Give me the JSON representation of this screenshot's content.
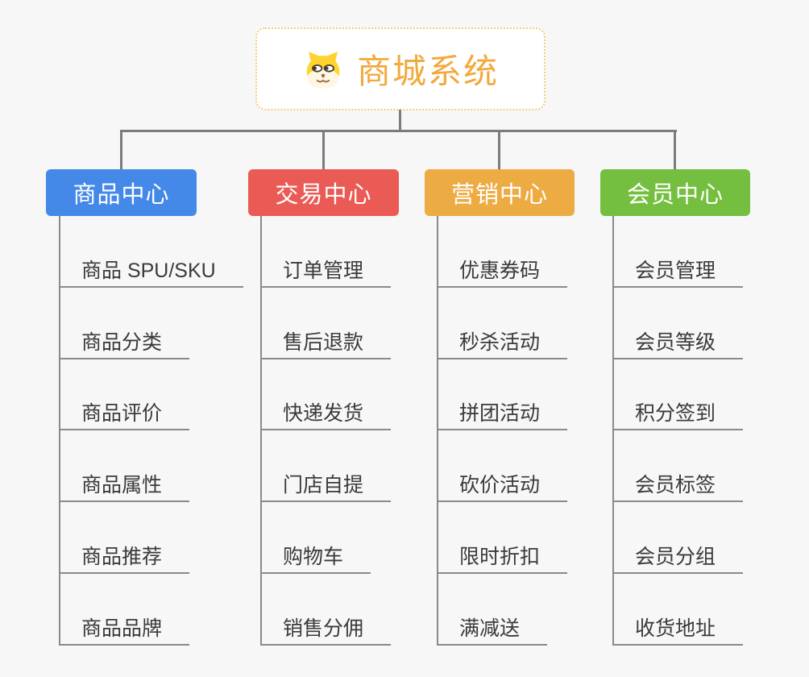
{
  "canvas": {
    "background": "#F7F7F7"
  },
  "root": {
    "title": "商城系统",
    "icon": "dog-icon",
    "title_color": "#F2A93C",
    "border_color": "#F7C87E"
  },
  "connectors": {
    "tree_line_color": "#7C7C7C",
    "leaf_line_color": "#8A8A8A"
  },
  "branches": [
    {
      "title": "商品中心",
      "color": "#4489E8",
      "items": [
        "商品 SPU/SKU",
        "商品分类",
        "商品评价",
        "商品属性",
        "商品推荐",
        "商品品牌"
      ]
    },
    {
      "title": "交易中心",
      "color": "#EA5B55",
      "items": [
        "订单管理",
        "售后退款",
        "快递发货",
        "门店自提",
        "购物车",
        "销售分佣"
      ]
    },
    {
      "title": "营销中心",
      "color": "#EDAB43",
      "items": [
        "优惠券码",
        "秒杀活动",
        "拼团活动",
        "砍价活动",
        "限时折扣",
        "满减送"
      ]
    },
    {
      "title": "会员中心",
      "color": "#74BF3F",
      "items": [
        "会员管理",
        "会员等级",
        "积分签到",
        "会员标签",
        "会员分组",
        "收货地址"
      ]
    }
  ]
}
